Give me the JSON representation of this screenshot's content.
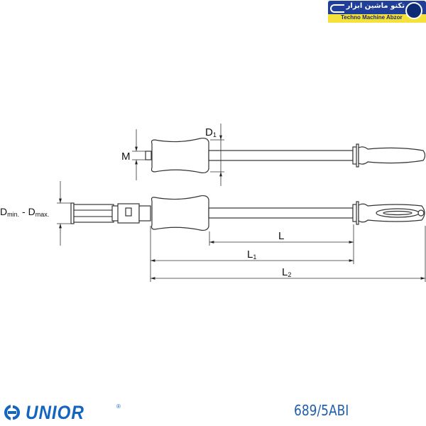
{
  "brand_badge": {
    "persian_name": "تکنو ماشین ابزار",
    "english_name": "Techno Machine Abzor"
  },
  "drawing": {
    "labels": {
      "M": "M",
      "D1_main": "D",
      "D1_sub": "1",
      "Dmin_main": "D",
      "Dmin_sub": "min.",
      "dash": " - ",
      "Dmax_main": "D",
      "Dmax_sub": "max.",
      "L": "L",
      "L1_main": "L",
      "L1_sub": "1",
      "L2_main": "L",
      "L2_sub": "2"
    }
  },
  "footer": {
    "brand": "UNIOR",
    "registered": "®",
    "part_number": "689/5ABI"
  },
  "colors": {
    "brand_blue": "#1565c0",
    "badge_blue": "#1f3f99",
    "badge_yellow": "#f4e23a"
  }
}
